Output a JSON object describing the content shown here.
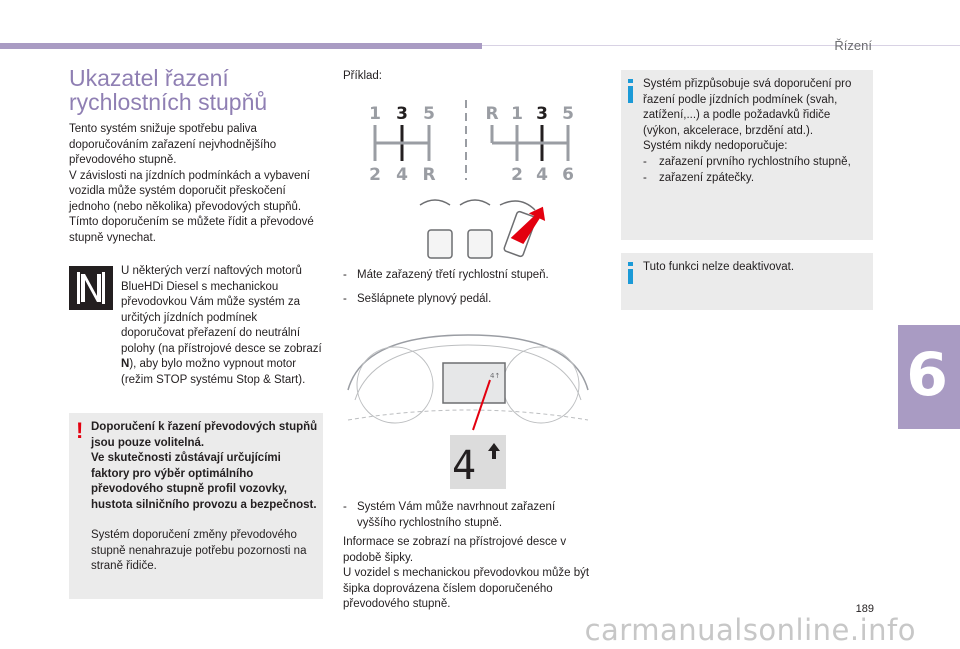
{
  "header": {
    "section": "Řízení",
    "chapter_number": "6",
    "page_number": "189",
    "watermark": "carmanualsonline.info"
  },
  "left": {
    "title_line1": "Ukazatel řazení",
    "title_line2": "rychlostních stupňů",
    "intro": "Tento systém snižuje spotřebu paliva doporučováním zařazení nejvhodnějšího převodového stupně.\nV závislosti na jízdních podmínkách a vybavení vozidla může systém doporučit přeskočení jednoho (nebo několika) převodových stupňů. Tímto doporučením se můžete řídit a převodové stupně vynechat.",
    "n_text_before": "U některých verzí naftových motorů BlueHDi Diesel s mechanickou převodovkou Vám může systém za určitých jízdních podmínek doporučovat přeřazení do neutrální polohy (na přístrojové desce se zobrazí ",
    "n_text_bold": "N",
    "n_text_after": "), aby bylo možno vypnout motor (režim STOP systému Stop & Start).",
    "warning_bold": "Doporučení k řazení převodových stupňů jsou pouze volitelná.\nVe skutečnosti zůstávají určujícími faktory pro výběr optimálního převodového stupně profil vozovky, hustota silničního provozu a bezpečnost.",
    "warning_normal": "Systém doporučení změny převodového stupně nenahrazuje potřebu pozornosti na straně řidiče."
  },
  "middle": {
    "example_label": "Příklad:",
    "gearbox_left": {
      "top": [
        "1",
        "3",
        "5"
      ],
      "bottom": [
        "2",
        "4",
        "R"
      ]
    },
    "gearbox_right": {
      "top": [
        "R",
        "1",
        "3",
        "5"
      ],
      "bottom": [
        "2",
        "4",
        "6"
      ]
    },
    "dash_display": "4↑",
    "symbol_gear": "4",
    "step1": "Máte zařazený třetí rychlostní stupeň.",
    "step2": "Sešlápnete plynový pedál.",
    "step3": "Systém Vám může navrhnout zařazení vyššího rychlostního stupně.",
    "info_text": "Informace se zobrazí na přístrojové desce v podobě šipky.\nU vozidel s mechanickou převodovkou může být šipka doprovázena číslem doporučeného převodového stupně."
  },
  "right": {
    "box1_text": "Systém přizpůsobuje svá doporučení pro řazení podle jízdních podmínek (svah, zatížení,...) a podle požadavků řidiče (výkon, akcelerace, brzdění atd.).\nSystém nikdy nedoporučuje:",
    "box1_items": [
      "zařazení prvního rychlostního stupně,",
      "zařazení zpátečky."
    ],
    "box2_text": "Tuto funkci nelze deaktivovat."
  },
  "colors": {
    "accent": "#a99bc3",
    "title": "#8f7fb3",
    "warning": "#e3000f",
    "info": "#1b9ad7",
    "box": "#ebebeb",
    "gear_inactive": "#9a9da3"
  }
}
